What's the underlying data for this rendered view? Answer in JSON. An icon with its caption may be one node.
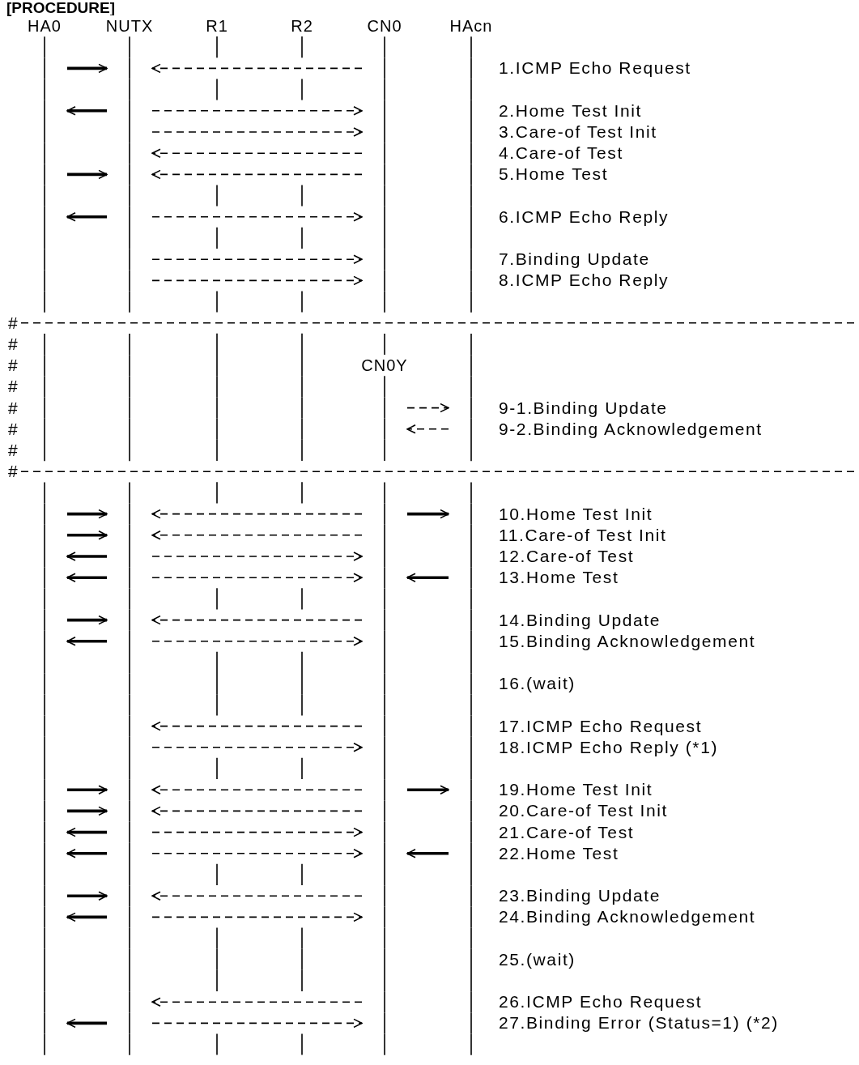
{
  "diagram": {
    "title": "[PROCEDURE]",
    "nodes": [
      {
        "text": [
          "HA0"
        ]
      },
      {
        "text": [
          "NUTX"
        ]
      },
      {
        "text": [
          "R1"
        ]
      },
      {
        "text": [
          "R2"
        ]
      },
      {
        "text": [
          "CN0"
        ]
      },
      {
        "text": [
          "HAcn"
        ]
      },
      {
        "text": [
          "CN0Y"
        ],
        "in": 4
      }
    ],
    "edges": [
      {
        "from": 0,
        "to": 1,
        "arrow": "to",
        "style": "thick"
      },
      {
        "from": 4,
        "to": 1,
        "arrow": "to",
        "style": "dashed"
      },
      {
        "from": 1,
        "to": 0,
        "arrow": "to",
        "style": "thick"
      },
      {
        "from": 1,
        "to": 4,
        "arrow": "to",
        "style": "dashed"
      },
      {
        "from": 1,
        "to": 4,
        "arrow": "to",
        "style": "dashed"
      },
      {
        "from": 4,
        "to": 1,
        "arrow": "to",
        "style": "dashed"
      },
      {
        "from": 0,
        "to": 1,
        "arrow": "to",
        "style": "thick"
      },
      {
        "from": 4,
        "to": 1,
        "arrow": "to",
        "style": "dashed"
      },
      {
        "from": 1,
        "to": 0,
        "arrow": "to",
        "style": "thick"
      },
      {
        "from": 1,
        "to": 4,
        "arrow": "to",
        "style": "dashed"
      },
      {
        "from": 1,
        "to": 4,
        "arrow": "to",
        "style": "dashed"
      },
      {
        "from": 1,
        "to": 4,
        "arrow": "to",
        "style": "dashed"
      },
      {
        "from": 6,
        "to": 5,
        "arrow": "to",
        "style": "dashed"
      },
      {
        "from": 5,
        "to": 6,
        "arrow": "to",
        "style": "dashed"
      },
      {
        "from": 0,
        "to": 1,
        "arrow": "to",
        "style": "thick"
      },
      {
        "from": 4,
        "to": 1,
        "arrow": "to",
        "style": "dashed"
      },
      {
        "from": 4,
        "to": 5,
        "arrow": "to",
        "style": "thick"
      },
      {
        "from": 0,
        "to": 1,
        "arrow": "to",
        "style": "thick"
      },
      {
        "from": 4,
        "to": 1,
        "arrow": "to",
        "style": "dashed"
      },
      {
        "from": 1,
        "to": 0,
        "arrow": "to",
        "style": "thick"
      },
      {
        "from": 1,
        "to": 4,
        "arrow": "to",
        "style": "dashed"
      },
      {
        "from": 1,
        "to": 0,
        "arrow": "to",
        "style": "thick"
      },
      {
        "from": 1,
        "to": 4,
        "arrow": "to",
        "style": "dashed"
      },
      {
        "from": 5,
        "to": 4,
        "arrow": "to",
        "style": "thick"
      },
      {
        "from": 0,
        "to": 1,
        "arrow": "to",
        "style": "thick"
      },
      {
        "from": 4,
        "to": 1,
        "arrow": "to",
        "style": "dashed"
      },
      {
        "from": 1,
        "to": 0,
        "arrow": "to",
        "style": "thick"
      },
      {
        "from": 1,
        "to": 4,
        "arrow": "to",
        "style": "dashed"
      },
      {
        "from": 4,
        "to": 1,
        "arrow": "to",
        "style": "dashed"
      },
      {
        "from": 1,
        "to": 4,
        "arrow": "to",
        "style": "dashed"
      },
      {
        "from": 0,
        "to": 1,
        "arrow": "to",
        "style": "thick"
      },
      {
        "from": 4,
        "to": 1,
        "arrow": "to",
        "style": "dashed"
      },
      {
        "from": 4,
        "to": 5,
        "arrow": "to",
        "style": "thick"
      },
      {
        "from": 0,
        "to": 1,
        "arrow": "to",
        "style": "thick"
      },
      {
        "from": 4,
        "to": 1,
        "arrow": "to",
        "style": "dashed"
      },
      {
        "from": 1,
        "to": 0,
        "arrow": "to",
        "style": "thick"
      },
      {
        "from": 1,
        "to": 4,
        "arrow": "to",
        "style": "dashed"
      },
      {
        "from": 1,
        "to": 0,
        "arrow": "to",
        "style": "thick"
      },
      {
        "from": 1,
        "to": 4,
        "arrow": "to",
        "style": "dashed"
      },
      {
        "from": 5,
        "to": 4,
        "arrow": "to",
        "style": "thick"
      },
      {
        "from": 0,
        "to": 1,
        "arrow": "to",
        "style": "thick"
      },
      {
        "from": 4,
        "to": 1,
        "arrow": "to",
        "style": "dashed"
      },
      {
        "from": 1,
        "to": 0,
        "arrow": "to",
        "style": "thick"
      },
      {
        "from": 1,
        "to": 4,
        "arrow": "to",
        "style": "dashed"
      },
      {
        "from": 4,
        "to": 1,
        "arrow": "to",
        "style": "dashed"
      },
      {
        "from": 1,
        "to": 0,
        "arrow": "to",
        "style": "thick"
      },
      {
        "from": 1,
        "to": 4,
        "arrow": "to",
        "style": "dashed"
      }
    ],
    "labels": [
      "1.ICMP Echo Request",
      "2.Home Test Init",
      "3.Care-of Test Init",
      "4.Care-of Test",
      "5.Home Test",
      "6.ICMP Echo Reply",
      "7.Binding Update",
      "8.ICMP Echo Reply",
      "#",
      "#",
      "#",
      "#",
      "#",
      "9-1.Binding Update",
      "#",
      "9-2.Binding Acknowledgement",
      "#",
      "#",
      "10.Home Test Init",
      "11.Care-of Test Init",
      "12.Care-of Test",
      "13.Home Test",
      "14.Binding Update",
      "15.Binding Acknowledgement",
      "16.(wait)",
      "17.ICMP Echo Request",
      "18.ICMP Echo Reply (*1)",
      "19.Home Test Init",
      "20.Care-of Test Init",
      "21.Care-of Test",
      "22.Home Test",
      "23.Binding Update",
      "24.Binding Acknowledgement",
      "25.(wait)",
      "26.ICMP Echo Request",
      "27.Binding Error (Status=1) (*2)"
    ]
  }
}
